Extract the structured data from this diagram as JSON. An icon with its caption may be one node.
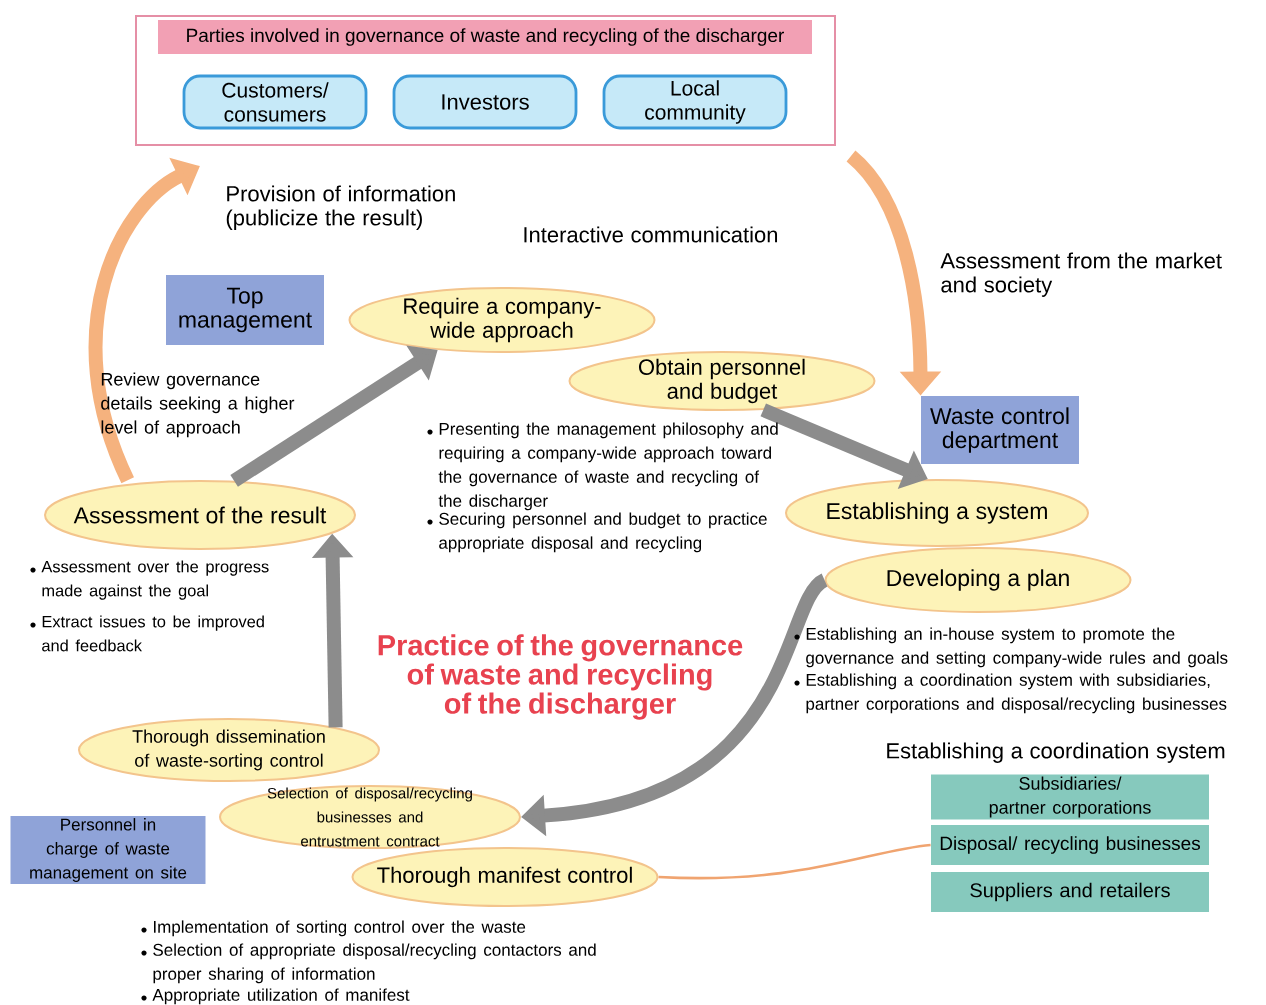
{
  "diagram": {
    "title": "Practice of the governance of waste and recycling of the discharger",
    "nodes": [
      {
        "text": [
          "Parties involved in governance of waste and recycling of the discharger"
        ]
      },
      {
        "text": [
          "Customers/ consumers"
        ],
        "in": 0
      },
      {
        "text": [
          "Investors"
        ],
        "in": 0
      },
      {
        "text": [
          "Local community"
        ],
        "in": 0
      },
      {
        "text": [
          "Top management"
        ]
      },
      {
        "text": [
          "Require a company-wide approach"
        ]
      },
      {
        "text": [
          "Obtain personnel and budget"
        ]
      },
      {
        "text": [
          "Waste control department"
        ]
      },
      {
        "text": [
          "Establishing a system"
        ]
      },
      {
        "text": [
          "Developing a plan"
        ]
      },
      {
        "text": [
          "Subsidiaries/ partner corporations"
        ]
      },
      {
        "text": [
          "Disposal/ recycling businesses"
        ]
      },
      {
        "text": [
          "Suppliers and retailers"
        ]
      },
      {
        "text": [
          "Thorough dissemination of waste-sorting control"
        ]
      },
      {
        "text": [
          "Selection of disposal/recycling businesses and entrustment contract"
        ]
      },
      {
        "text": [
          "Thorough manifest control"
        ]
      },
      {
        "text": [
          "Personnel in charge of waste management on site"
        ]
      },
      {
        "text": [
          "Assessment of the result"
        ]
      }
    ],
    "edges": [
      {
        "from": 17,
        "to": 0,
        "arrow": "to",
        "color": "#f5b27e",
        "label": "Provision of information (publicize the result)"
      },
      {
        "from": 0,
        "to": 7,
        "arrow": "to",
        "color": "#f5b27e",
        "label": "Assessment from the market and society"
      },
      {
        "from": 6,
        "to": 8,
        "arrow": "to",
        "color": "#8c8c8c"
      },
      {
        "from": 9,
        "to": 14,
        "arrow": "to",
        "color": "#8c8c8c"
      },
      {
        "from": 13,
        "to": 17,
        "arrow": "to",
        "color": "#8c8c8c"
      },
      {
        "from": 17,
        "to": 5,
        "arrow": "to",
        "color": "#8c8c8c",
        "label": "Review governance details seeking a higher level of approach"
      },
      {
        "from": 11,
        "to": 15,
        "arrow": "none",
        "color": "#f0a470"
      }
    ],
    "labels": [
      "Interactive communication",
      "Presenting the management philosophy and requiring a company-wide approach toward the governance of waste and recycling of the discharger",
      "Securing personnel and budget to practice appropriate disposal and recycling",
      "Assessment over the progress made against the goal",
      "Extract issues to be improved and feedback",
      "Establishing an in-house system to promote the governance and setting company-wide rules and goals",
      "Establishing a coordination system with subsidiaries, partner corporations and disposal/recycling businesses",
      "Establishing a coordination system",
      "Implementation of sorting control over the waste",
      "Selection of appropriate disposal/recycling contactors and proper sharing of information",
      "Appropriate utilization of manifest"
    ]
  }
}
